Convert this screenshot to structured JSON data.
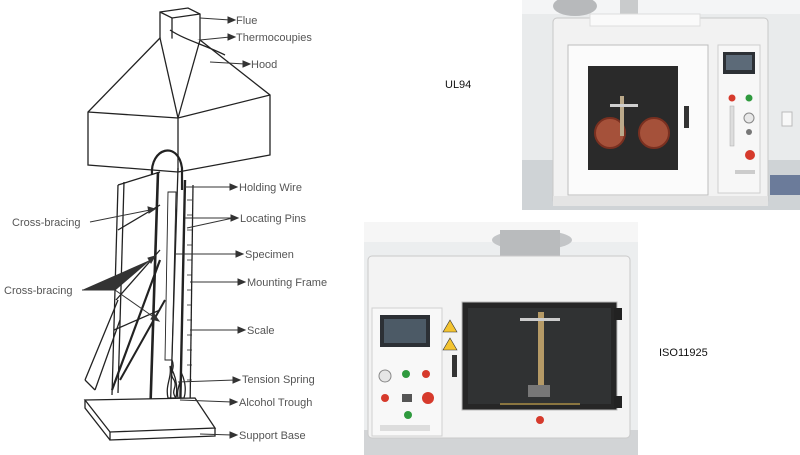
{
  "labels": {
    "flue": "Flue",
    "thermocouples": "Thermocoupies",
    "hood": "Hood",
    "holding_wire": "Holding Wire",
    "cross_bracing_1": "Cross-bracing",
    "locating_pins": "Locating Pins",
    "specimen": "Specimen",
    "cross_bracing_2": "Cross-bracing",
    "mounting_frame": "Mounting Frame",
    "scale": "Scale",
    "tension_spring": "Tension Spring",
    "alcohol_trough": "Alcohol Trough",
    "support_base": "Support Base"
  },
  "captions": {
    "ul94": "UL94",
    "iso": "ISO11925"
  },
  "colors": {
    "line": "#222222",
    "cabinet": "#f1f1f1",
    "window": "#2a2a2a",
    "accent_red": "#d63a2c",
    "accent_green": "#2f9a3e",
    "label_gray": "#555555"
  }
}
